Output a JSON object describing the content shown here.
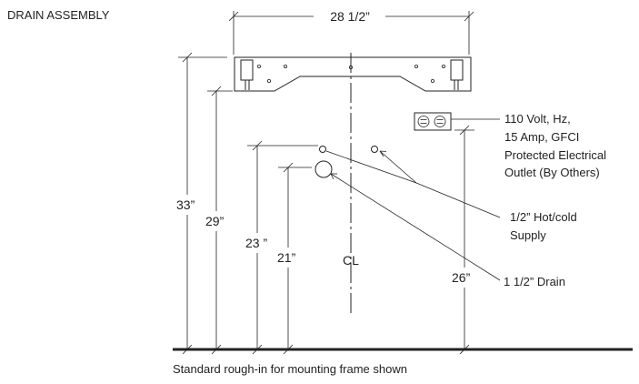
{
  "title": "DRAIN ASSEMBLY",
  "caption": "Standard rough-in for mounting frame shown",
  "dimensions": {
    "width": "28 1/2”",
    "height_33": "33”",
    "height_29": "29”",
    "height_23": "23 ”",
    "height_21": "21”",
    "height_26": "26”"
  },
  "centerline": "CL",
  "callouts": {
    "outlet": [
      "110 Volt, Hz,",
      "15 Amp, GFCI",
      "Protected  Electrical",
      "Outlet (By Others)"
    ],
    "supply": [
      "1/2” Hot/cold",
      "Supply"
    ],
    "drain": "1 1/2” Drain"
  }
}
